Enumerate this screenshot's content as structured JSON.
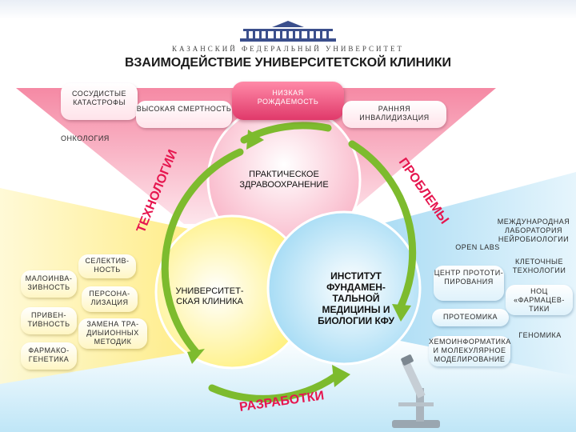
{
  "header": {
    "university": "КАЗАНСКИЙ ФЕДЕРАЛЬНЫЙ УНИВЕРСИТЕТ",
    "title": "ВЗАИМОДЕЙСТВИЕ УНИВЕРСИТЕТСКОЙ КЛИНИКИ"
  },
  "problems": {
    "vascular": "СОСУДИСТЫЕ КАТАСТРОФЫ",
    "mortality": "ВЫСОКАЯ СМЕРТНОСТЬ",
    "birthrate": "НИЗКАЯ РОЖДАЕМОСТЬ",
    "disability": "РАННЯЯ ИНВАЛИДИЗАЦИЯ",
    "oncology": "ОНКОЛОГИЯ"
  },
  "arcs": {
    "technologies": "ТЕХНОЛОГИИ",
    "problems": "ПРОБЛЕМЫ",
    "development": "РАЗРАБОТКИ"
  },
  "circles": {
    "practice": "ПРАКТИЧЕСКОЕ ЗДРАВООХРАНЕНИЕ",
    "clinic": "УНИВЕРСИТЕТ-СКАЯ КЛИНИКА",
    "institute": "ИНСТИТУТ ФУНДАМЕН-ТАЛЬНОЙ МЕДИЦИНЫ И БИОЛОГИИ КФУ"
  },
  "left_items": {
    "selectivity": "СЕЛЕКТИВ-НОСТЬ",
    "low_invasive": "МАЛОИНВА-ЗИВНОСТЬ",
    "personalization": "ПЕРСОНА-ЛИЗАЦИЯ",
    "preventive": "ПРИВЕН-ТИВНОСТЬ",
    "replacement": "ЗАМЕНА ТРА-ДИЫИОННЫХ МЕТОДИК",
    "pharmacogenetics": "ФАРМАКО-ГЕНЕТИКА"
  },
  "right_items": {
    "neuro_lab": "МЕЖДУНАРОДНАЯ ЛАБОРАТОРИЯ НЕЙРОБИОЛОГИИ",
    "open_labs": "OPEN LABS",
    "clinical_tech": "КЛЕТОЧНЫЕ ТЕХНОЛОГИИ",
    "prototyping": "ЦЕНТР ПРОТОТИ-ПИРОВАНИЯ",
    "noc": "НОЦ «ФАРМАЦЕВ-ТИКИ",
    "proteomics": "ПРОТЕОМИКА",
    "genomics": "ГЕНОМИКА",
    "cheminformatics": "ХЕМОИНФОРМАТИКА И МОЛЕКУЛЯРНОЕ МОДЕЛИРОВАНИЕ"
  },
  "colors": {
    "pink": "#f47c9a",
    "yellow": "#ffe766",
    "blue": "#8ed0f0",
    "arrow_green": "#7dbb2e",
    "arc_text": "#e6164f"
  },
  "icons": {
    "logo": "university-building-icon",
    "microscope": "microscope-icon"
  }
}
